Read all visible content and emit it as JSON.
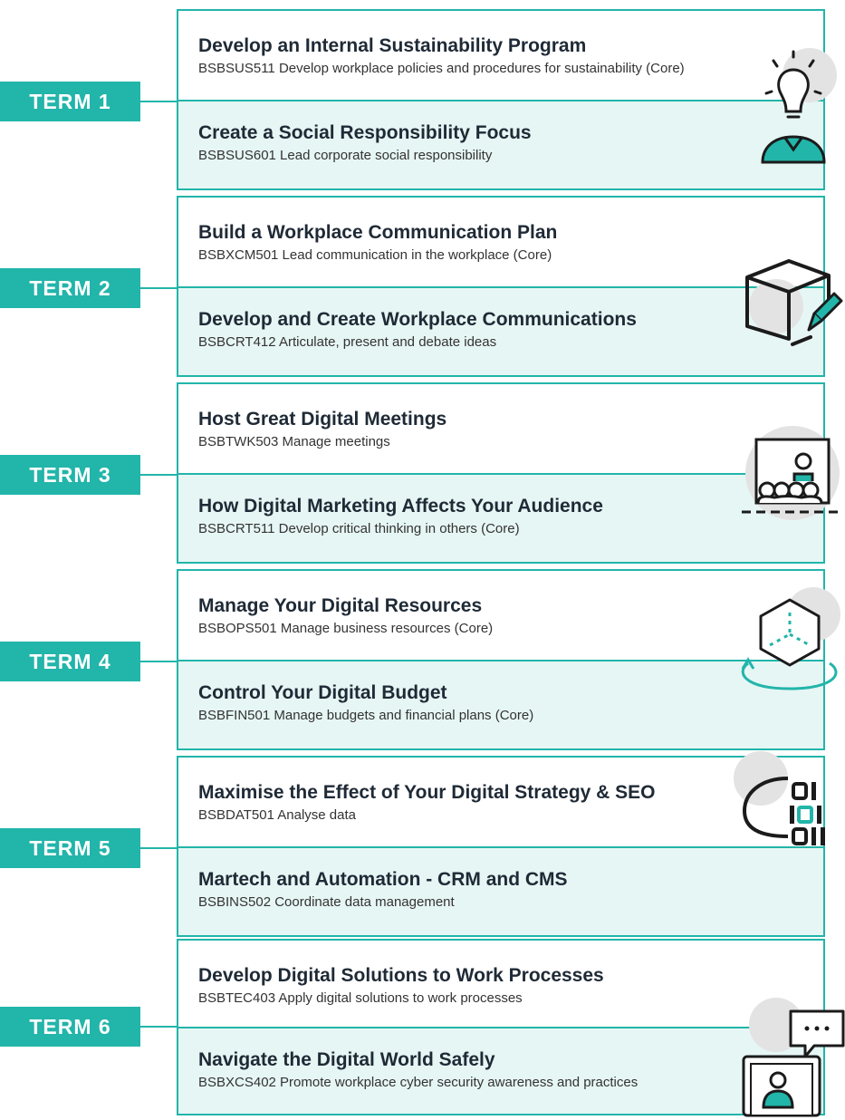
{
  "colors": {
    "accent": "#22b5aa",
    "light_fill": "#e6f6f4",
    "icon_stroke": "#1b1b1b",
    "icon_bg_circle": "#e3e3e3"
  },
  "terms": [
    {
      "label": "TERM 1",
      "icon": "lightbulb-person-icon",
      "units": [
        {
          "title": "Develop an Internal Sustainability Program",
          "code": "BSBSUS511 Develop workplace policies and procedures for sustainability (Core)"
        },
        {
          "title": "Create a Social Responsibility Focus",
          "code": "BSBSUS601 Lead corporate social responsibility"
        }
      ]
    },
    {
      "label": "TERM 2",
      "icon": "cube-pencil-icon",
      "units": [
        {
          "title": "Build a Workplace Communication Plan",
          "code": "BSBXCM501 Lead communication in the workplace (Core)"
        },
        {
          "title": "Develop and Create Workplace Communications",
          "code": "BSBCRT412 Articulate, present and debate ideas"
        }
      ]
    },
    {
      "label": "TERM 3",
      "icon": "presentation-audience-icon",
      "units": [
        {
          "title": "Host Great Digital Meetings",
          "code": "BSBTWK503 Manage meetings"
        },
        {
          "title": "How Digital Marketing Affects Your Audience",
          "code": "BSBCRT511 Develop critical thinking in others (Core)"
        }
      ]
    },
    {
      "label": "TERM 4",
      "icon": "rotating-cube-icon",
      "units": [
        {
          "title": "Manage Your Digital Resources",
          "code": "BSBOPS501 Manage business resources (Core)"
        },
        {
          "title": "Control Your Digital Budget",
          "code": "BSBFIN501 Manage budgets and financial plans (Core)"
        }
      ]
    },
    {
      "label": "TERM 5",
      "icon": "cloud-binary-icon",
      "units": [
        {
          "title": "Maximise the Effect of Your Digital Strategy & SEO",
          "code": "BSBDAT501 Analyse data"
        },
        {
          "title": "Martech and Automation - CRM and CMS",
          "code": "BSBINS502 Coordinate data management"
        }
      ]
    },
    {
      "label": "TERM 6",
      "icon": "laptop-chat-icon",
      "units": [
        {
          "title": "Develop Digital Solutions to Work Processes",
          "code": "BSBTEC403 Apply digital solutions to work processes"
        },
        {
          "title": "Navigate the Digital World Safely",
          "code": "BSBXCS402 Promote workplace cyber security awareness and practices"
        }
      ]
    }
  ]
}
